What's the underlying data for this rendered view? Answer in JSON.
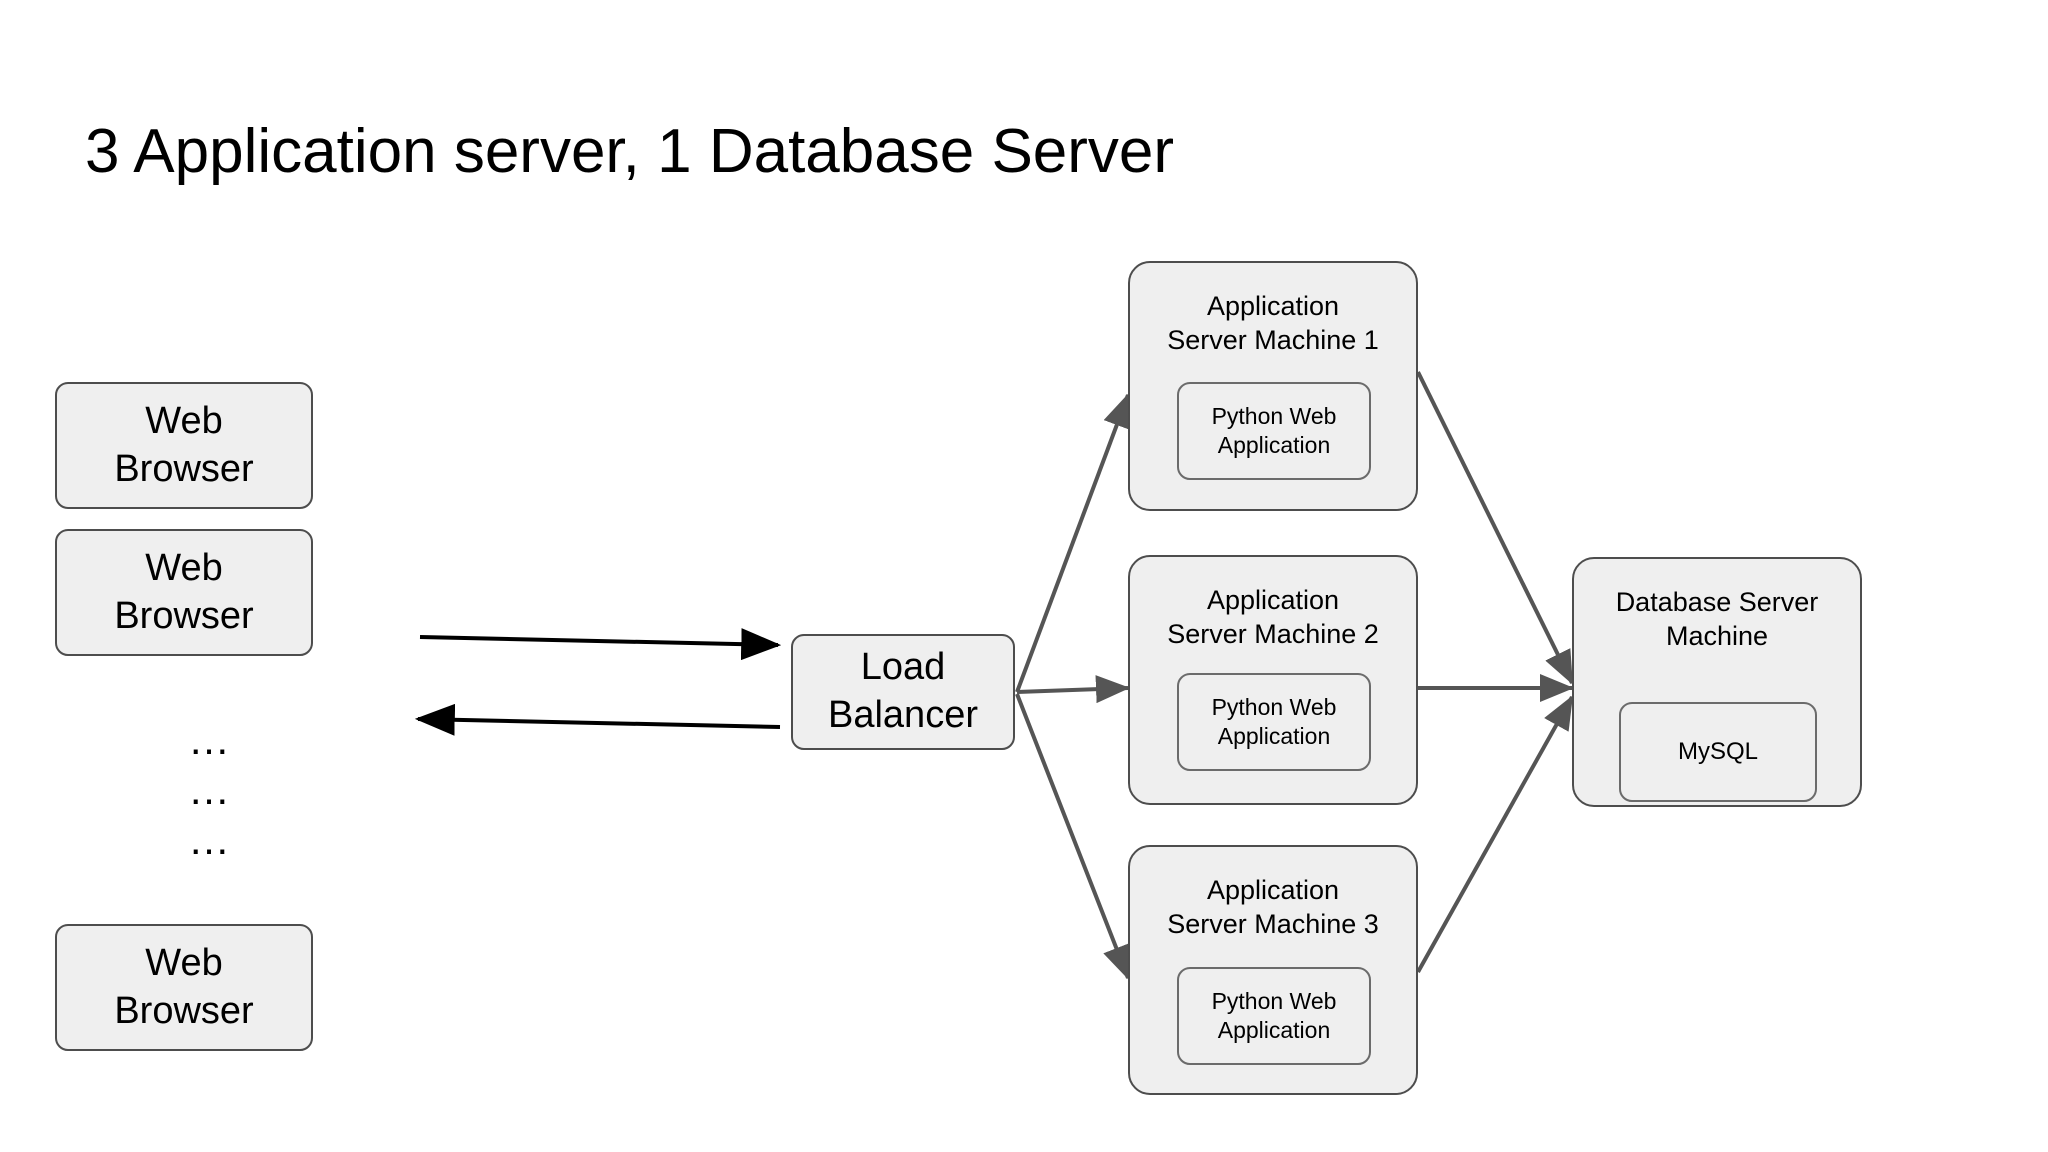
{
  "page": {
    "title": "3 Application server, 1 Database Server",
    "background_color": "#ffffff"
  },
  "theme": {
    "node_fill": "#efefef",
    "node_border": "#4d4d4d",
    "inner_border": "#6b6b6b",
    "client_arrow_color": "#000000",
    "server_arrow_color": "#555555",
    "text_color": "#000000"
  },
  "clients": {
    "group_label": "web-browser-clients",
    "browsers": [
      {
        "label": "Web\nBrowser"
      },
      {
        "label": "Web\nBrowser"
      },
      {
        "label": "Web\nBrowser"
      }
    ],
    "ellipsis_rows": [
      "…",
      "…",
      "…"
    ]
  },
  "load_balancer": {
    "label": "Load\nBalancer"
  },
  "app_servers": [
    {
      "label": "Application\nServer Machine 1",
      "inner": {
        "label": "Python Web\nApplication"
      }
    },
    {
      "label": "Application\nServer Machine 2",
      "inner": {
        "label": "Python Web\nApplication"
      }
    },
    {
      "label": "Application\nServer Machine 3",
      "inner": {
        "label": "Python Web\nApplication"
      }
    }
  ],
  "database_server": {
    "label": "Database Server\nMachine",
    "inner": {
      "label": "MySQL"
    }
  },
  "connections": {
    "client_to_lb": {
      "direction": "request",
      "style": "solid",
      "color": "#000000"
    },
    "lb_to_client": {
      "direction": "response",
      "style": "solid",
      "color": "#000000"
    },
    "lb_to_app_servers": {
      "count": 3,
      "style": "solid",
      "color": "#555555"
    },
    "app_servers_to_db": {
      "count": 3,
      "style": "solid",
      "color": "#555555"
    }
  }
}
